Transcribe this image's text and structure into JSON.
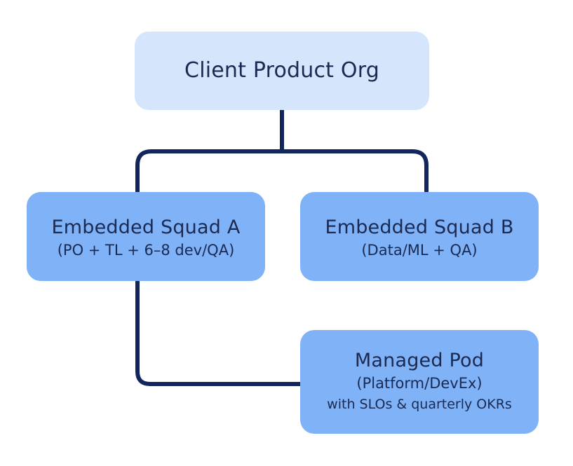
{
  "colors": {
    "root_fill": "#d5e5fb",
    "node_fill": "#7fb2f6",
    "text": "#1b2a52",
    "connector": "#12265c"
  },
  "nodes": {
    "root": {
      "title": "Client Product Org"
    },
    "squad_a": {
      "title": "Embedded Squad A",
      "detail": "(PO + TL + 6–8 dev/QA)"
    },
    "squad_b": {
      "title": "Embedded Squad B",
      "detail": "(Data/ML + QA)"
    },
    "pod": {
      "title": "Managed Pod",
      "detail": "(Platform/DevEx)",
      "detail2": "with SLOs & quarterly OKRs"
    }
  }
}
